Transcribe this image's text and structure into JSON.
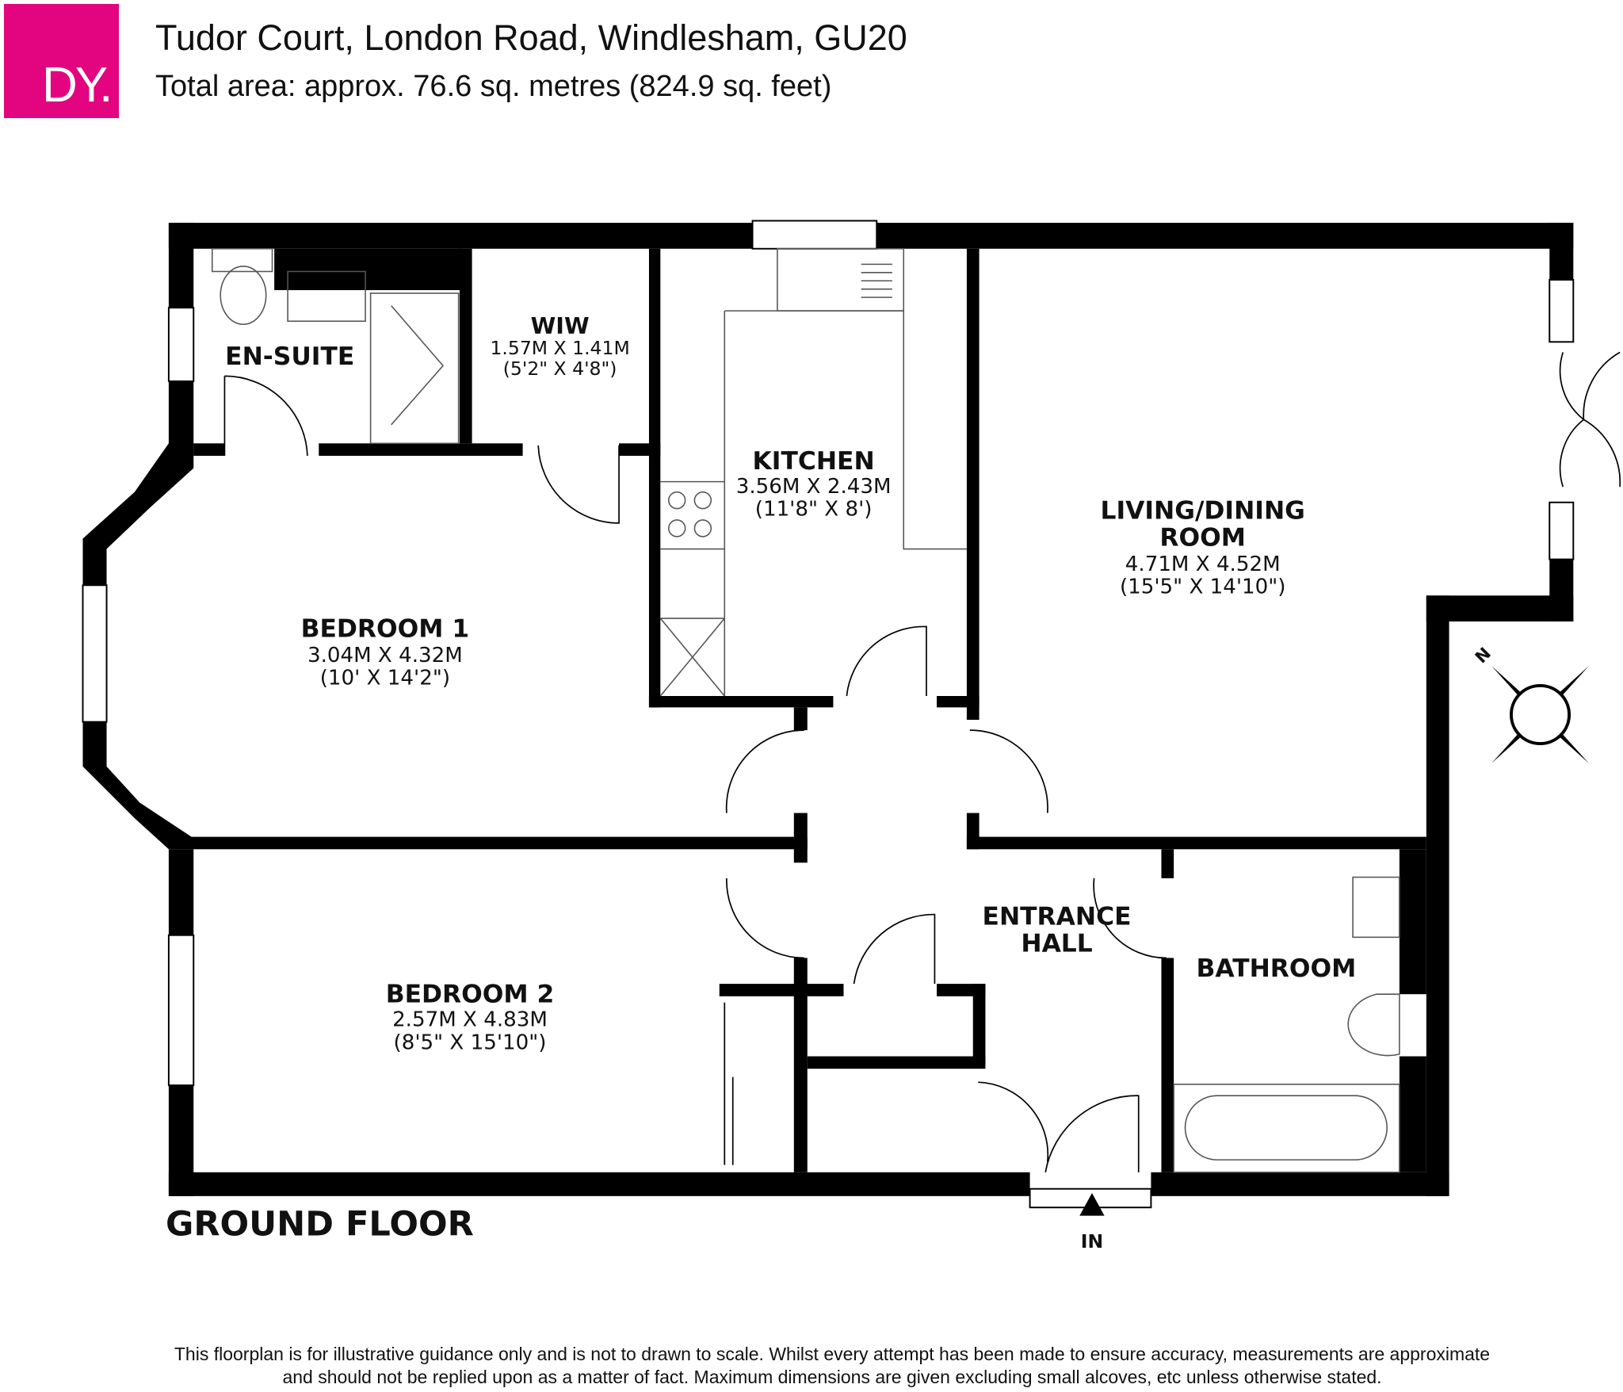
{
  "logo": {
    "text": "DY."
  },
  "header": {
    "title": "Tudor Court, London Road, Windlesham, GU20",
    "total_area": "Total area: approx. 76.6 sq. metres (824.9 sq. feet)"
  },
  "rooms": [
    {
      "name": "EN-SUITE"
    },
    {
      "name": "WIW",
      "metric": "1.57M X 1.41M",
      "imperial": "(5'2\" X 4'8\")"
    },
    {
      "name": "KITCHEN",
      "metric": "3.56M X 2.43M",
      "imperial": "(11'8\" X 8')"
    },
    {
      "name": "LIVING/DINING",
      "name2": "ROOM",
      "metric": "4.71M X 4.52M",
      "imperial": "(15'5\" X 14'10\")"
    },
    {
      "name": "BEDROOM 1",
      "metric": "3.04M X 4.32M",
      "imperial": "(10' X 14'2\")"
    },
    {
      "name": "ENTRANCE",
      "name2": "HALL"
    },
    {
      "name": "BATHROOM"
    },
    {
      "name": "BEDROOM 2",
      "metric": "2.57M X 4.83M",
      "imperial": "(8'5\" X 15'10\")"
    }
  ],
  "floor_label": "GROUND FLOOR",
  "entrance_label": "IN",
  "compass_label": "N",
  "disclaimer": "This floorplan is for illustrative guidance only and is not to drawn to scale. Whilst every attempt has been made to ensure accuracy, measurements are approximate and should not be replied upon as a matter of fact. Maximum dimensions are given excluding small alcoves, etc unless otherwise stated.",
  "colors": {
    "brand": "#e2057f",
    "wall": "#000000"
  }
}
